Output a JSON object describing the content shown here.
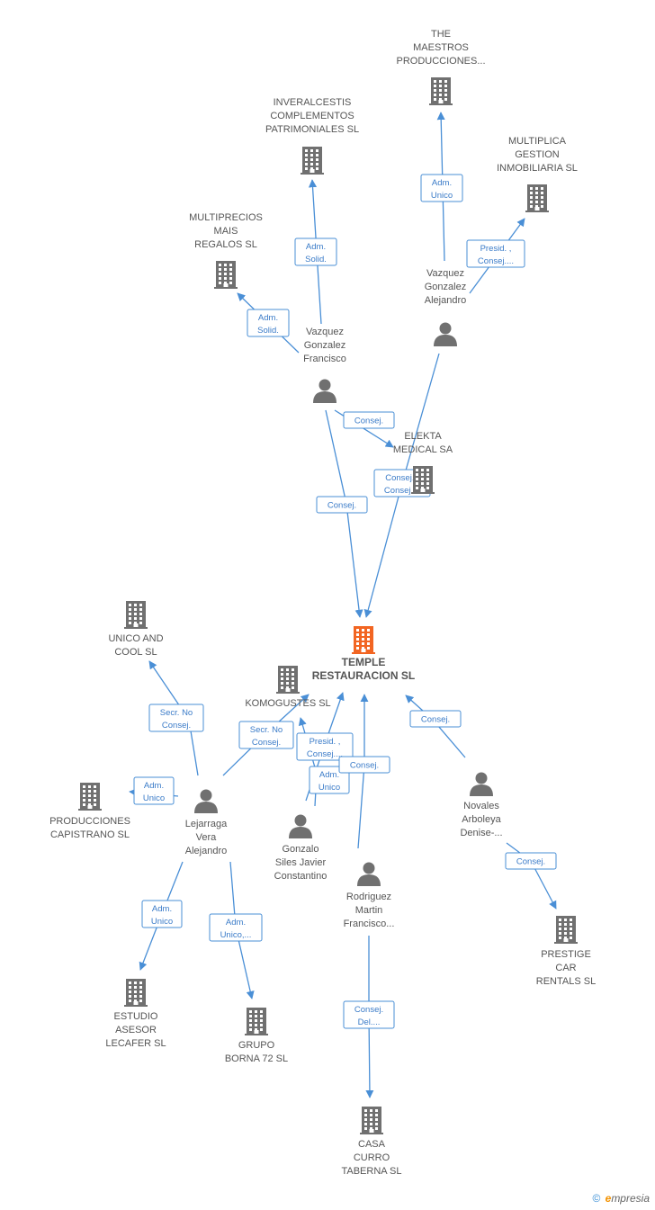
{
  "colors": {
    "edge": "#4a8fd6",
    "building": "#707070",
    "building_main": "#f26522",
    "person": "#707070",
    "text": "#555555"
  },
  "nodes": [
    {
      "id": "temple",
      "type": "company",
      "main": true,
      "label": [
        "TEMPLE",
        "RESTAURACION SL"
      ]
    },
    {
      "id": "maestros",
      "type": "company",
      "label": [
        "THE",
        "MAESTROS",
        "PRODUCCIONES..."
      ]
    },
    {
      "id": "inveralcestis",
      "type": "company",
      "label": [
        "INVERALCESTIS",
        "COMPLEMENTOS",
        "PATRIMONIALES SL"
      ]
    },
    {
      "id": "multiplica",
      "type": "company",
      "label": [
        "MULTIPLICA",
        "GESTION",
        "INMOBILIARIA SL"
      ]
    },
    {
      "id": "multiprecios",
      "type": "company",
      "label": [
        "MULTIPRECIOS",
        "MAIS",
        "REGALOS SL"
      ]
    },
    {
      "id": "elekta",
      "type": "company",
      "label": [
        "ELEKTA",
        "MEDICAL SA"
      ]
    },
    {
      "id": "unico",
      "type": "company",
      "label": [
        "UNICO AND",
        "COOL SL"
      ]
    },
    {
      "id": "komogustes",
      "type": "company",
      "label": [
        "KOMOGUSTES SL"
      ]
    },
    {
      "id": "capistrano",
      "type": "company",
      "label": [
        "PRODUCCIONES",
        "CAPISTRANO SL"
      ]
    },
    {
      "id": "lecafer",
      "type": "company",
      "label": [
        "ESTUDIO",
        "ASESOR",
        "LECAFER SL"
      ]
    },
    {
      "id": "borna",
      "type": "company",
      "label": [
        "GRUPO",
        "BORNA 72 SL"
      ]
    },
    {
      "id": "curro",
      "type": "company",
      "label": [
        "CASA",
        "CURRO",
        "TABERNA SL"
      ]
    },
    {
      "id": "prestige",
      "type": "company",
      "label": [
        "PRESTIGE",
        "CAR",
        "RENTALS SL"
      ]
    },
    {
      "id": "vzq_alejandro",
      "type": "person",
      "label": [
        "Vazquez",
        "Gonzalez",
        "Alejandro"
      ]
    },
    {
      "id": "vzq_francisco",
      "type": "person",
      "label": [
        "Vazquez",
        "Gonzalez",
        "Francisco"
      ]
    },
    {
      "id": "lejarraga",
      "type": "person",
      "label": [
        "Lejarraga",
        "Vera",
        "Alejandro"
      ]
    },
    {
      "id": "gonzalo",
      "type": "person",
      "label": [
        "Gonzalo",
        "Siles Javier",
        "Constantino"
      ]
    },
    {
      "id": "rodriguez",
      "type": "person",
      "label": [
        "Rodriguez",
        "Martin",
        "Francisco..."
      ]
    },
    {
      "id": "novales",
      "type": "person",
      "label": [
        "Novales",
        "Arboleya",
        "Denise-..."
      ]
    }
  ],
  "edges": [
    {
      "id": "e1",
      "label": [
        "Adm.",
        "Unico"
      ]
    },
    {
      "id": "e2",
      "label": [
        "Presid. ,",
        "Consej...."
      ]
    },
    {
      "id": "e3",
      "label": [
        "Adm.",
        "Solid."
      ]
    },
    {
      "id": "e4",
      "label": [
        "Adm.",
        "Solid."
      ]
    },
    {
      "id": "e5",
      "label": [
        "Consej."
      ]
    },
    {
      "id": "e6",
      "label": [
        "Consej. ,",
        "Consej...."
      ]
    },
    {
      "id": "e7",
      "label": [
        "Consej."
      ]
    },
    {
      "id": "e8",
      "label": [
        "Secr. No",
        "Consej."
      ]
    },
    {
      "id": "e9",
      "label": [
        "Secr. No",
        "Consej."
      ]
    },
    {
      "id": "e10",
      "label": [
        "Adm.",
        "Unico"
      ]
    },
    {
      "id": "e11",
      "label": [
        "Adm.",
        "Unico"
      ]
    },
    {
      "id": "e12",
      "label": [
        "Adm.",
        "Unico,..."
      ]
    },
    {
      "id": "e13",
      "label": [
        "Presid. ,",
        "Consej...."
      ]
    },
    {
      "id": "e14",
      "label": [
        "Adm.",
        "Unico"
      ]
    },
    {
      "id": "e15",
      "label": [
        "Consej."
      ]
    },
    {
      "id": "e16",
      "label": [
        "Consej."
      ]
    },
    {
      "id": "e17",
      "label": [
        "Consej."
      ]
    },
    {
      "id": "e18",
      "label": [
        "Consej.",
        "Del...."
      ]
    }
  ],
  "footer": {
    "copyright": "©",
    "brand_initial": "e",
    "brand_rest": "mpresia"
  }
}
